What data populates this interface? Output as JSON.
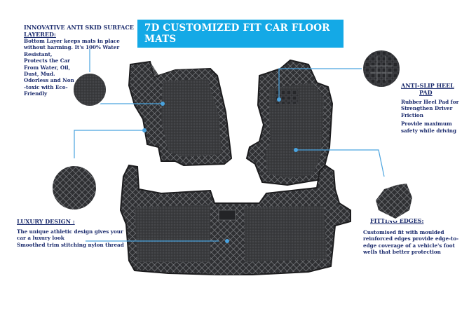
{
  "title": {
    "line1": "7D CUSTOMIZED FIT CAR FLOOR",
    "line2": "MATS"
  },
  "features": {
    "anti_skid": {
      "heading_1": "INNOVATIVE ANTI SKID SURFACE",
      "heading_2": "LAYERED:",
      "lines": [
        "Bottom Layer keeps mats in place",
        "without harming. It's 100% Water",
        "Resistant,",
        "Protects the Car",
        "From Water, Oil,",
        "Dust, Mud.",
        "Odorless and Non",
        "-toxic with Eco-",
        "Friendly"
      ]
    },
    "anti_slip": {
      "heading_1": "ANTI-SLIP HEEL",
      "heading_2": "PAD",
      "lines": [
        "Rubber Heel Pad for",
        "Strengthen Driver",
        "Friction",
        "Provide maximum",
        "safety while driving"
      ]
    },
    "luxury": {
      "heading": "LUXURY DESIGN :",
      "lines": [
        "The unique athletic  design gives your",
        "car a luxury look",
        "Smoothed trim stitching nylon thread"
      ]
    },
    "fitting": {
      "heading": "FITTING EDGES:",
      "lines": [
        "Customised fit with moulded",
        "reinforced edges provide edge-to-",
        "edge coverage of a vehicle's foot",
        "wells that better protection"
      ]
    }
  },
  "colors": {
    "accent": "#14a9e6",
    "text": "#1a2a6c",
    "callout_line": "#4aa3df",
    "mat": "#2f3033",
    "stitch": "#8a8c90"
  }
}
